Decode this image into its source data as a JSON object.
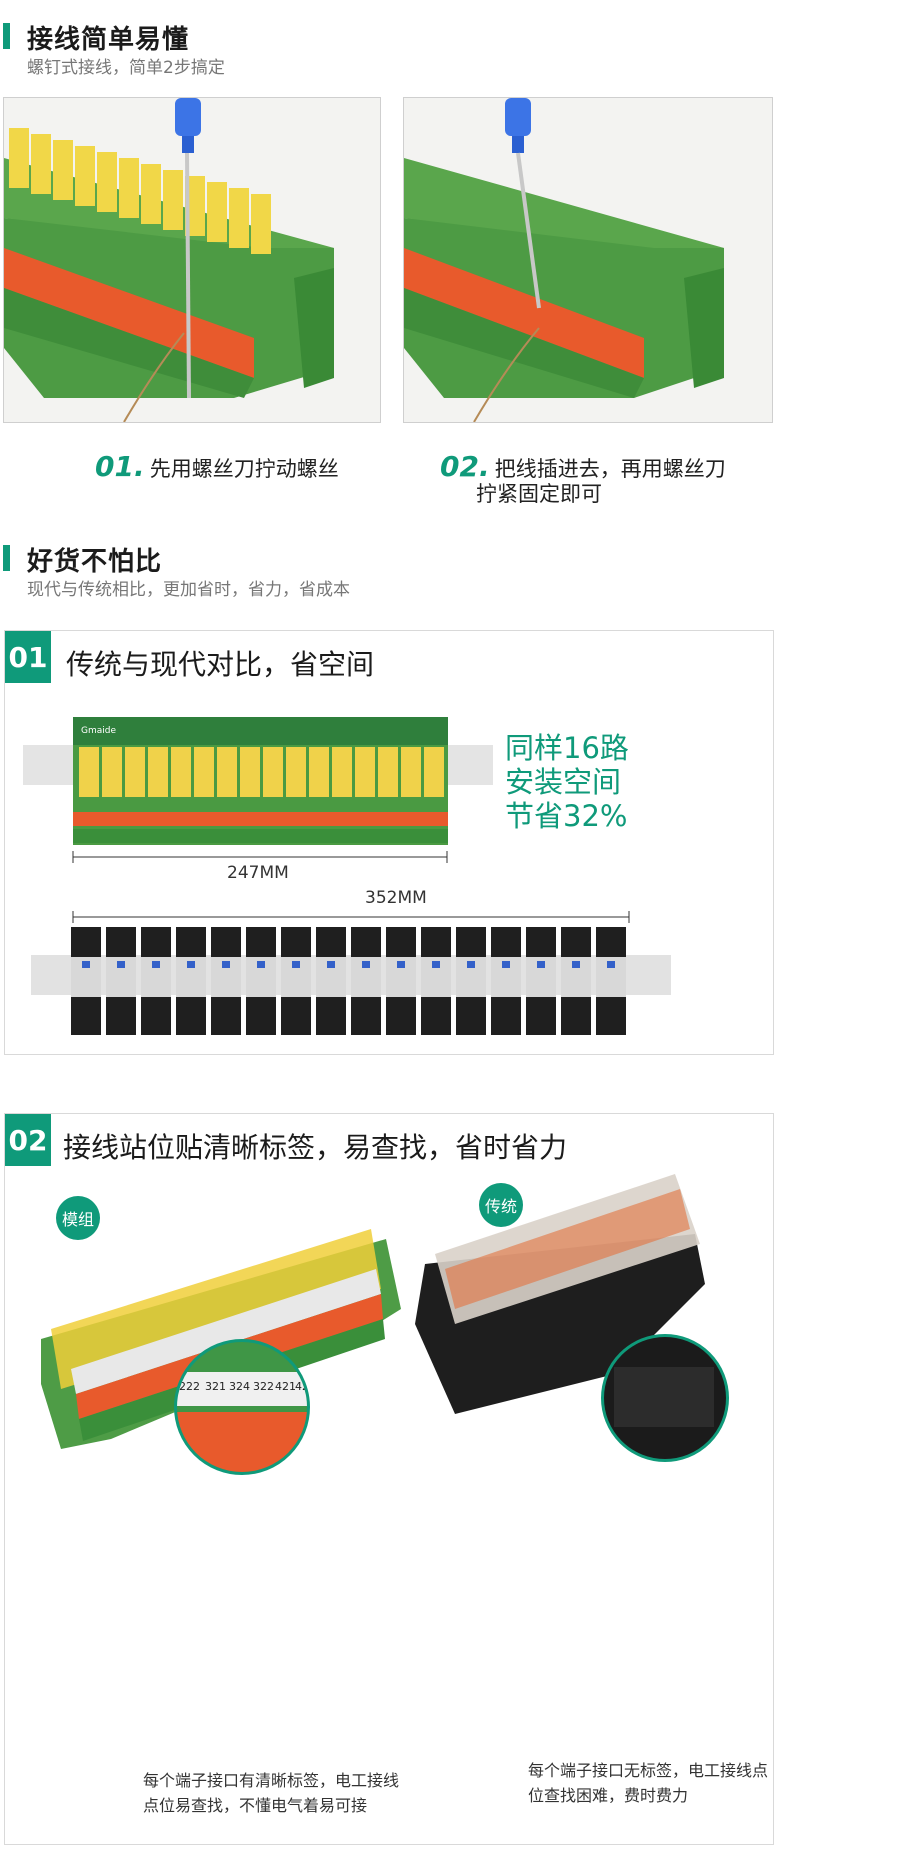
{
  "section1": {
    "title": "接线简单易懂",
    "subtitle": "螺钉式接线，简单2步搞定",
    "steps": [
      {
        "num": "01.",
        "text": "先用螺丝刀拧动螺丝"
      },
      {
        "num": "02.",
        "text_line1": "把线插进去，再用螺丝刀",
        "text_line2": "拧紧固定即可"
      }
    ]
  },
  "section2": {
    "title": "好货不怕比",
    "subtitle": "现代与传统相比，更加省时，省力，省成本"
  },
  "panel1": {
    "badge": "01",
    "title": "传统与现代对比，省空间",
    "highlight": [
      "同样16路",
      "安装空间",
      "节省32%"
    ],
    "dim_modern": "247MM",
    "dim_traditional": "352MM",
    "module_brand": "Gmaide"
  },
  "panel2": {
    "badge": "02",
    "title": "接线站位贴清晰标签，易查找，省时省力",
    "tag_module": "模组",
    "tag_traditional": "传统",
    "label_numbers": [
      "222",
      "321",
      "324",
      "322",
      "421",
      "42"
    ],
    "caption_module_1": "每个端子接口有清晰标签，电工接线",
    "caption_module_2": "点位易查找，不懂电气着易可接",
    "caption_traditional_1": "每个端子接口无标签，电工接线点",
    "caption_traditional_2": "位查找困难，费时费力"
  },
  "colors": {
    "accent": "#0f9a7a"
  }
}
